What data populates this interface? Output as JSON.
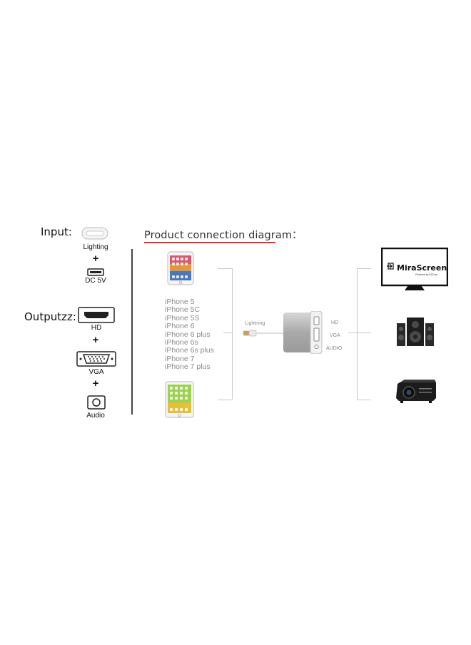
{
  "input": {
    "label": "Input:",
    "port1_label": "Lighting",
    "port2_label": "DC 5V",
    "plus": "+"
  },
  "outputs": {
    "label": "Outputzz:",
    "hd_label": "HD",
    "vga_label": "VGA",
    "audio_label": "Audio",
    "plus": "+"
  },
  "diagram": {
    "title": "Product connection diagram：",
    "title_underline_color": "#d9322f",
    "models": [
      "iPhone 5",
      "iPhone 5C",
      "iPhone 5S",
      "iPhone 6",
      "iPhone 6 plus",
      "iPhone 6s",
      "iPhone 6s plus",
      "iPhone 7",
      "iPhone 7 plus"
    ],
    "cable_label": "Lightning",
    "adapter_ports": [
      "HD",
      "VGA",
      "AUDIO"
    ],
    "tv_brand": "MiraScreen",
    "tv_tagline": "Powered by EZCast",
    "devices": [
      "tv-icon",
      "speakers-icon",
      "projector-icon"
    ]
  }
}
